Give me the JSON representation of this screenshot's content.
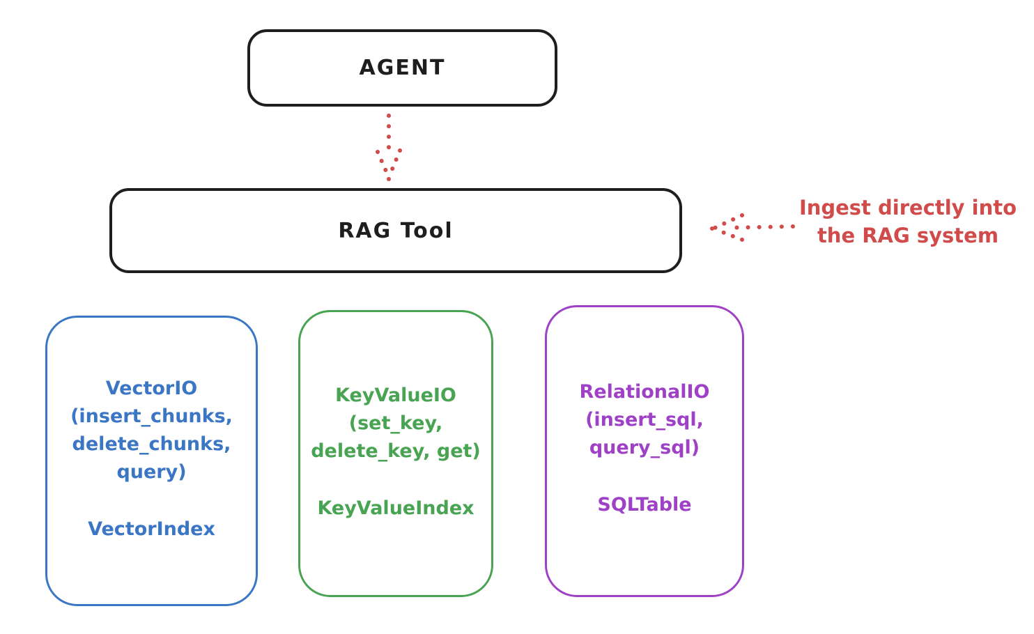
{
  "colors": {
    "ink": "#1e1e1e",
    "red": "#d14b4b",
    "blue": "#3b76c5",
    "green": "#48a352",
    "purple": "#9e41c6",
    "background": "#ffffff"
  },
  "agent_box": {
    "label": "AGENT"
  },
  "rag_box": {
    "label": "RAG Tool"
  },
  "annotation": {
    "line1": "Ingest directly into",
    "line2": "the RAG system"
  },
  "icons": {
    "agent_to_rag": "dotted-arrow-down",
    "ingest": "dotted-arrow-left"
  },
  "io_boxes": [
    {
      "name": "vector-io",
      "color": "#3b76c5",
      "lines": [
        "VectorIO",
        "(insert_chunks,",
        "delete_chunks,",
        "query)"
      ],
      "index_label": "VectorIndex"
    },
    {
      "name": "keyvalue-io",
      "color": "#48a352",
      "lines": [
        "KeyValueIO",
        "(set_key,",
        "delete_key, get)"
      ],
      "index_label": "KeyValueIndex"
    },
    {
      "name": "relational-io",
      "color": "#9e41c6",
      "lines": [
        "RelationalIO",
        "(insert_sql,",
        "query_sql)"
      ],
      "index_label": "SQLTable"
    }
  ]
}
